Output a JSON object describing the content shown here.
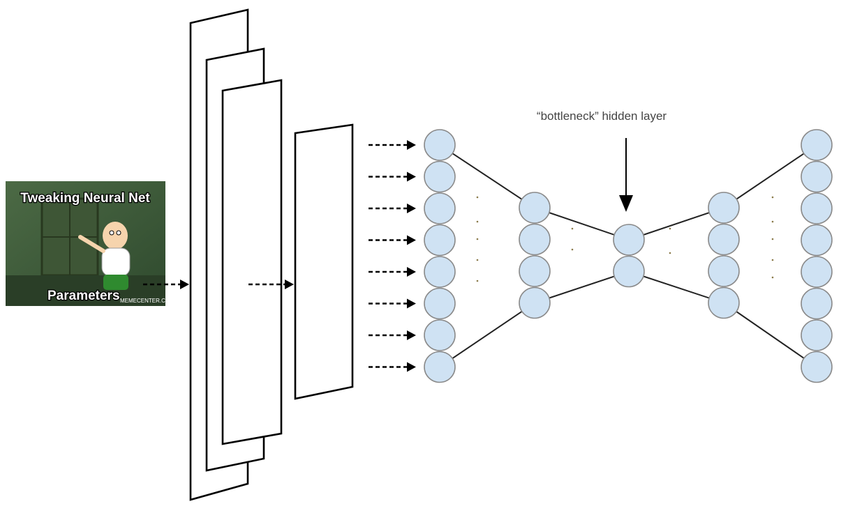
{
  "diagram": {
    "annotation": "“bottleneck” hidden layer",
    "meme": {
      "top_text": "Tweaking Neural Net",
      "bottom_text": "Parameters",
      "watermark": "MEMECENTER.COM"
    },
    "layers": [
      {
        "name": "input-layer",
        "nodes": 8
      },
      {
        "name": "encoder-hidden-layer",
        "nodes": 4
      },
      {
        "name": "bottleneck-layer",
        "nodes": 2
      },
      {
        "name": "decoder-hidden-layer",
        "nodes": 4
      },
      {
        "name": "output-layer",
        "nodes": 8
      }
    ],
    "colors": {
      "node_fill": "#cfe2f3",
      "node_stroke": "#8a8a8a"
    }
  }
}
